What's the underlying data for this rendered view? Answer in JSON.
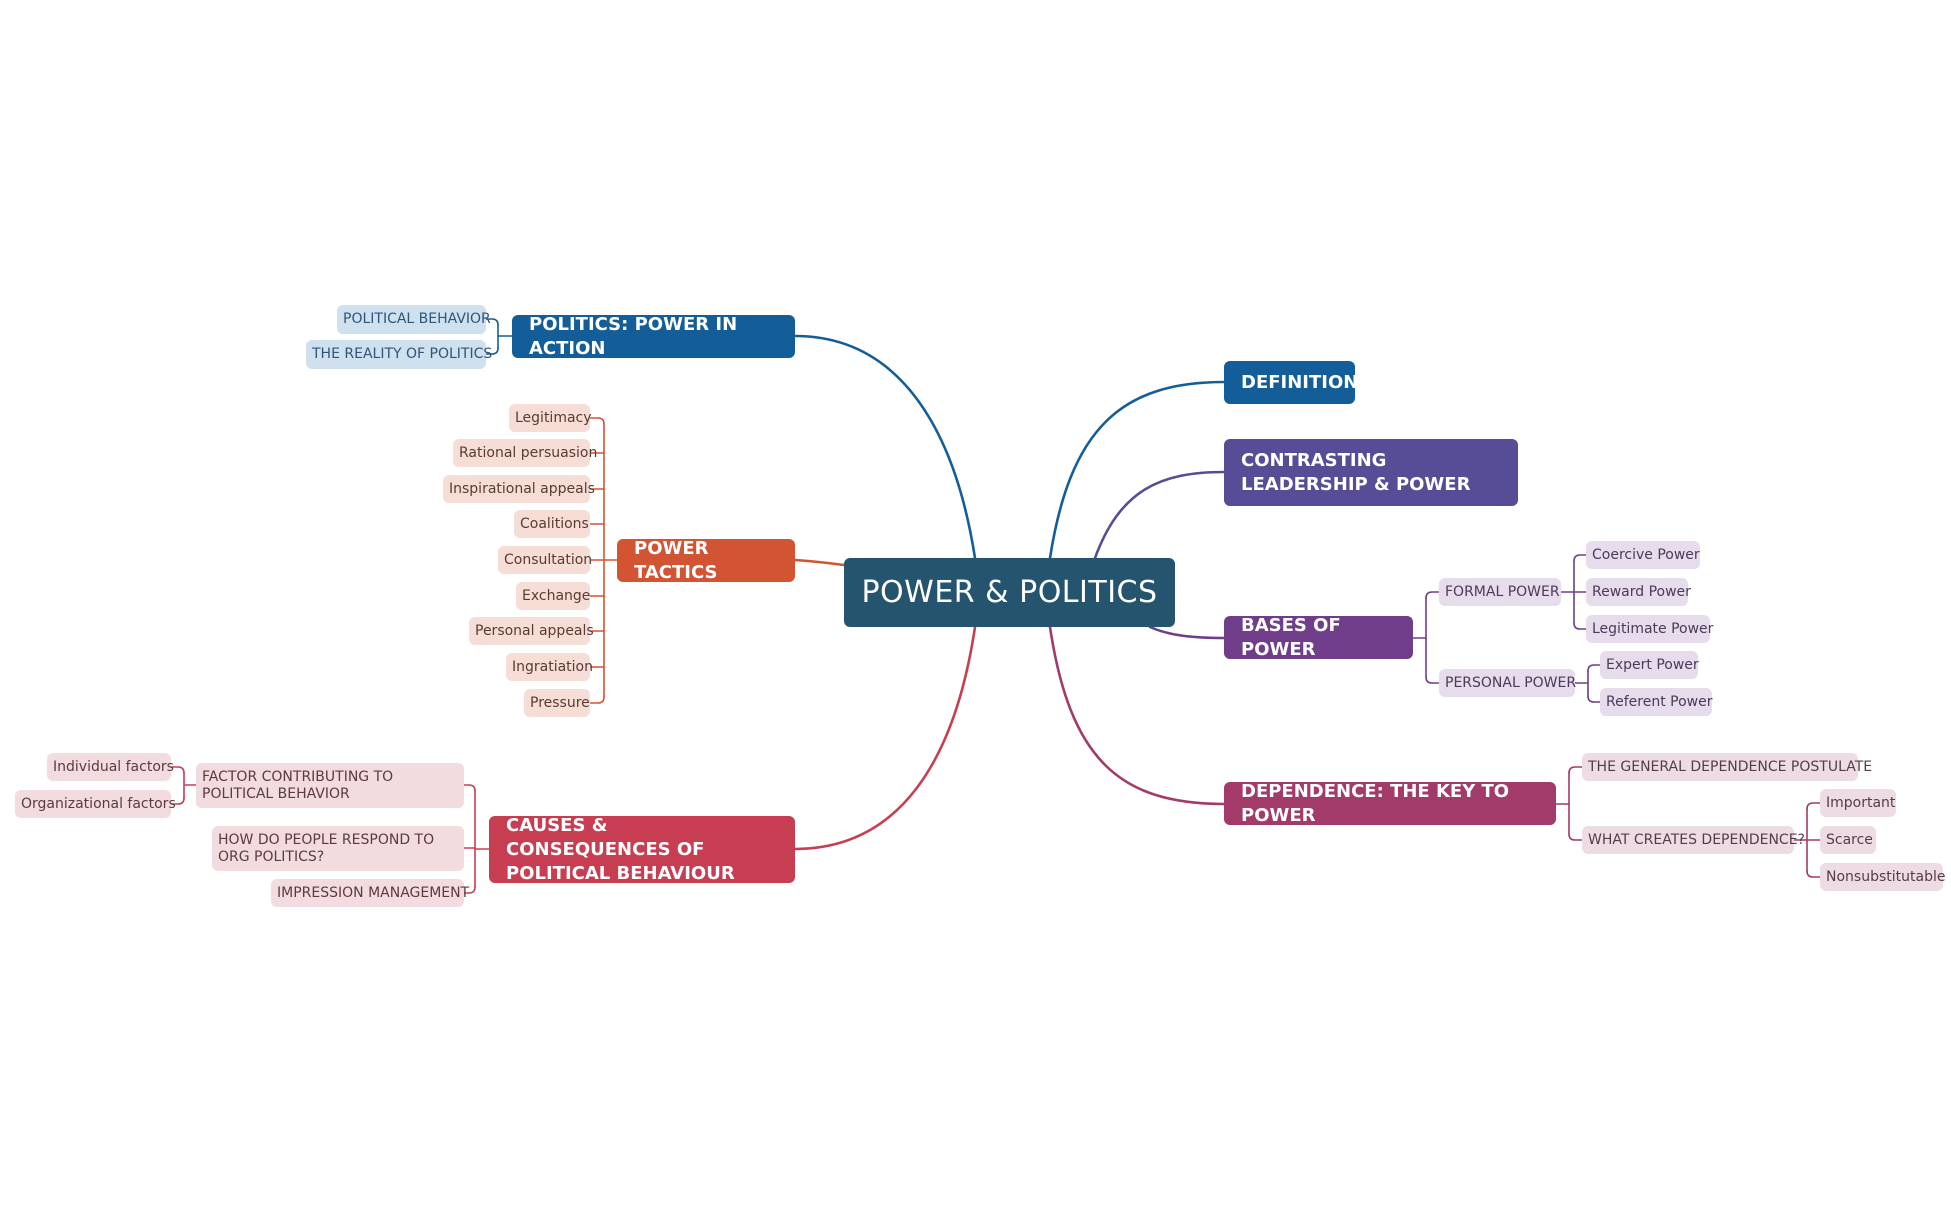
{
  "title": "POWER & POLITICS",
  "colors": {
    "central": "#24546e",
    "politics": "#135d99",
    "definition": "#135d99",
    "contrasting": "#574d97",
    "bases": "#703d8b",
    "dependence": "#a23a6a",
    "tactics": "#d25433",
    "causes": "#c73e52",
    "politics_sub_bg": "#cfe0ee",
    "politics_sub_text": "#2f5579",
    "tactics_sub_bg": "#f6ddd5",
    "tactics_sub_text": "#5a3b33",
    "causes_sub_bg": "#f3dcdf",
    "causes_sub_text": "#5b3a40",
    "bases_sub_bg": "#e6dcec",
    "bases_sub_text": "#4b3a58",
    "dependence_sub_bg": "#eedce5",
    "dependence_sub_text": "#573b4b"
  },
  "left": {
    "politics": {
      "label": "POLITICS: POWER IN ACTION",
      "children": [
        "POLITICAL BEHAVIOR",
        "THE REALITY OF POLITICS"
      ]
    },
    "tactics": {
      "label": "POWER TACTICS",
      "children": [
        "Legitimacy",
        "Rational persuasion",
        "Inspirational appeals",
        "Coalitions",
        "Consultation",
        "Exchange",
        "Personal appeals",
        "Ingratiation",
        "Pressure"
      ]
    },
    "causes": {
      "label": "CAUSES & CONSEQUENCES OF POLITICAL BEHAVIOUR",
      "factor": {
        "label": "FACTOR CONTRIBUTING TO POLITICAL BEHAVIOR",
        "children": [
          "Individual factors",
          "Organizational factors"
        ]
      },
      "respond": "HOW DO PEOPLE RESPOND TO ORG POLITICS?",
      "impression": "IMPRESSION MANAGEMENT"
    }
  },
  "right": {
    "definition": {
      "label": "DEFINITION"
    },
    "contrasting": {
      "label": "CONTRASTING LEADERSHIP & POWER"
    },
    "bases": {
      "label": "BASES OF POWER",
      "formal": {
        "label": "FORMAL POWER",
        "children": [
          "Coercive Power",
          "Reward Power",
          "Legitimate Power"
        ]
      },
      "personal": {
        "label": "PERSONAL POWER",
        "children": [
          "Expert Power",
          "Referent Power"
        ]
      }
    },
    "dependence": {
      "label": "DEPENDENCE: THE KEY TO POWER",
      "postulate": "THE GENERAL DEPENDENCE POSTULATE",
      "creates": {
        "label": "WHAT CREATES DEPENDENCE?",
        "children": [
          "Important",
          "Scarce",
          "Nonsubstitutable"
        ]
      }
    }
  }
}
